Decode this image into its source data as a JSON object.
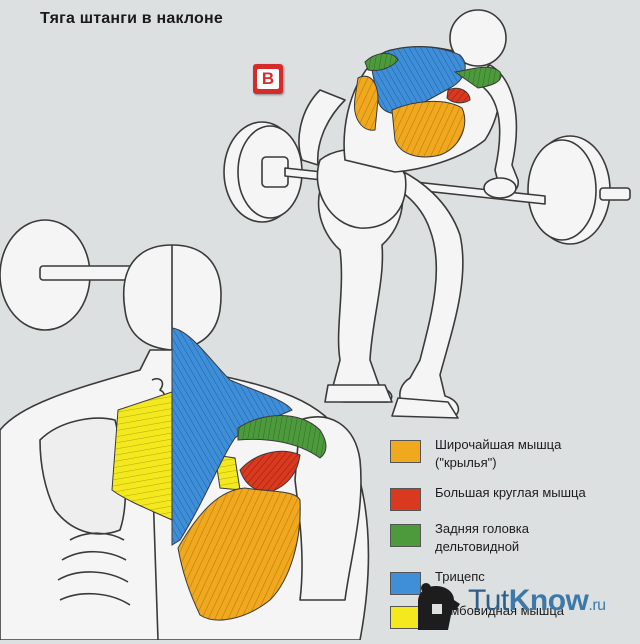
{
  "title": "Тяга штанги в наклоне",
  "badge": {
    "letter": "B",
    "color": "#d52b2b"
  },
  "legend": {
    "items": [
      {
        "label_lines": [
          "Широчайшая мышца",
          "(\"крылья\")"
        ],
        "color": "#f0a91e"
      },
      {
        "label_lines": [
          "Большая круглая мышца"
        ],
        "color": "#d9391e"
      },
      {
        "label_lines": [
          "Задняя головка",
          "дельтовидной"
        ],
        "color": "#4d9a3d"
      },
      {
        "label_lines": [
          "Трицепс"
        ],
        "color": "#3f8ed8"
      },
      {
        "label_lines": [
          "Ромбовидная мышца"
        ],
        "color": "#f4e81f"
      }
    ]
  },
  "watermark": {
    "brand_part1": "Tut",
    "brand_part2": "Know",
    "brand_suffix": ".ru",
    "logo": "bear-logo-icon"
  },
  "colors": {
    "background": "#dde0e1",
    "outline": "#3a3a3a",
    "skin": "#f5f5f5",
    "latissimus": "#f0a91e",
    "teres_major": "#d9391e",
    "rear_delt": "#4d9a3d",
    "trapezius_blue": "#3f8ed8",
    "rhomboid": "#f4e81f"
  }
}
